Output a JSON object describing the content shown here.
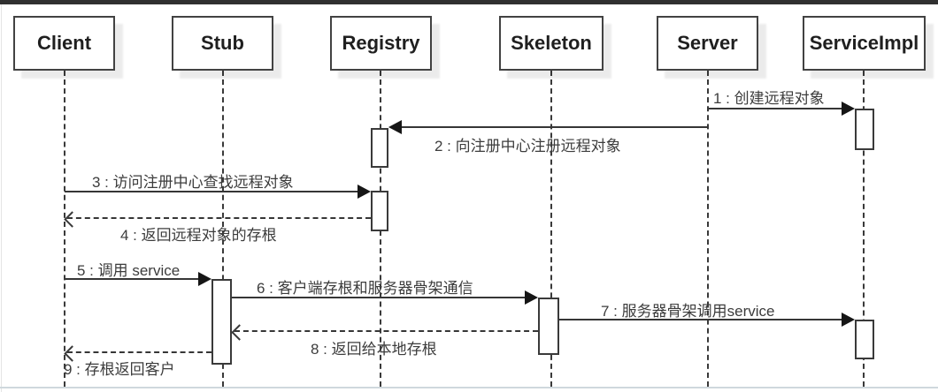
{
  "participants": [
    {
      "label": "Client"
    },
    {
      "label": "Stub"
    },
    {
      "label": "Registry"
    },
    {
      "label": "Skeleton"
    },
    {
      "label": "Server"
    },
    {
      "label": "ServiceImpl"
    }
  ],
  "messages": [
    {
      "label": "1 : 创建远程对象",
      "from": "Server",
      "to": "ServiceImpl",
      "line": "solid",
      "arrow": "filled"
    },
    {
      "label": "2 : 向注册中心注册远程对象",
      "from": "Server",
      "to": "Registry",
      "line": "solid",
      "arrow": "filled"
    },
    {
      "label": "3 : 访问注册中心查找远程对象",
      "from": "Client",
      "to": "Registry",
      "line": "solid",
      "arrow": "filled"
    },
    {
      "label": "4 : 返回远程对象的存根",
      "from": "Registry",
      "to": "Client",
      "line": "dashed",
      "arrow": "open"
    },
    {
      "label": "5 : 调用 service",
      "from": "Client",
      "to": "Stub",
      "line": "solid",
      "arrow": "filled"
    },
    {
      "label": "6 : 客户端存根和服务器骨架通信",
      "from": "Stub",
      "to": "Skeleton",
      "line": "solid",
      "arrow": "filled"
    },
    {
      "label": "7 : 服务器骨架调用service",
      "from": "Skeleton",
      "to": "ServiceImpl",
      "line": "solid",
      "arrow": "filled"
    },
    {
      "label": "8 : 返回给本地存根",
      "from": "Skeleton",
      "to": "Stub",
      "line": "dashed",
      "arrow": "open"
    },
    {
      "label": "9 : 存根返回客户",
      "from": "Stub",
      "to": "Client",
      "line": "dashed",
      "arrow": "open"
    }
  ],
  "colors": {
    "background": "#ffffff",
    "topbar": "#303030",
    "line": "#363636",
    "text": "#3c3c3c",
    "box_border": "#424242",
    "bottom_line": "#cfd8dd"
  }
}
